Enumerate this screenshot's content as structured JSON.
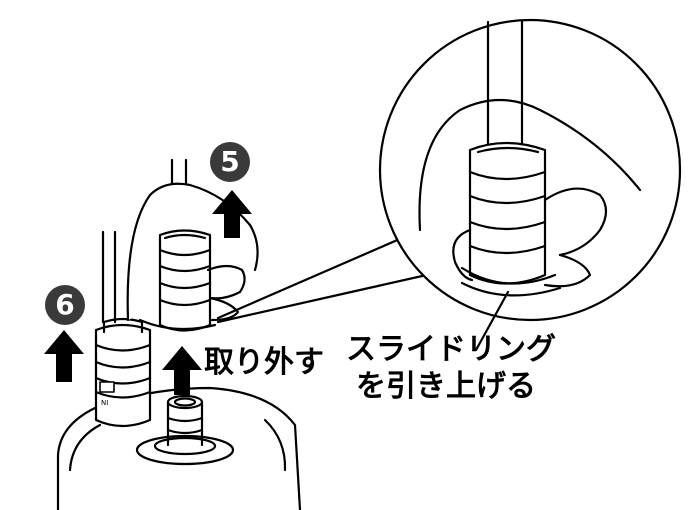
{
  "labels": {
    "step5": "5",
    "step6": "6",
    "remove": "取り外す",
    "slide_ring_line1": "スライドリング",
    "slide_ring_line2": "を引き上げる",
    "fitting_mark": "NI"
  },
  "colors": {
    "ink": "#000000",
    "badge_fill": "#3a3a3a",
    "badge_text": "#ffffff",
    "background": "#ffffff"
  },
  "icons": [
    "up-arrow-icon",
    "circled-number-badge"
  ]
}
